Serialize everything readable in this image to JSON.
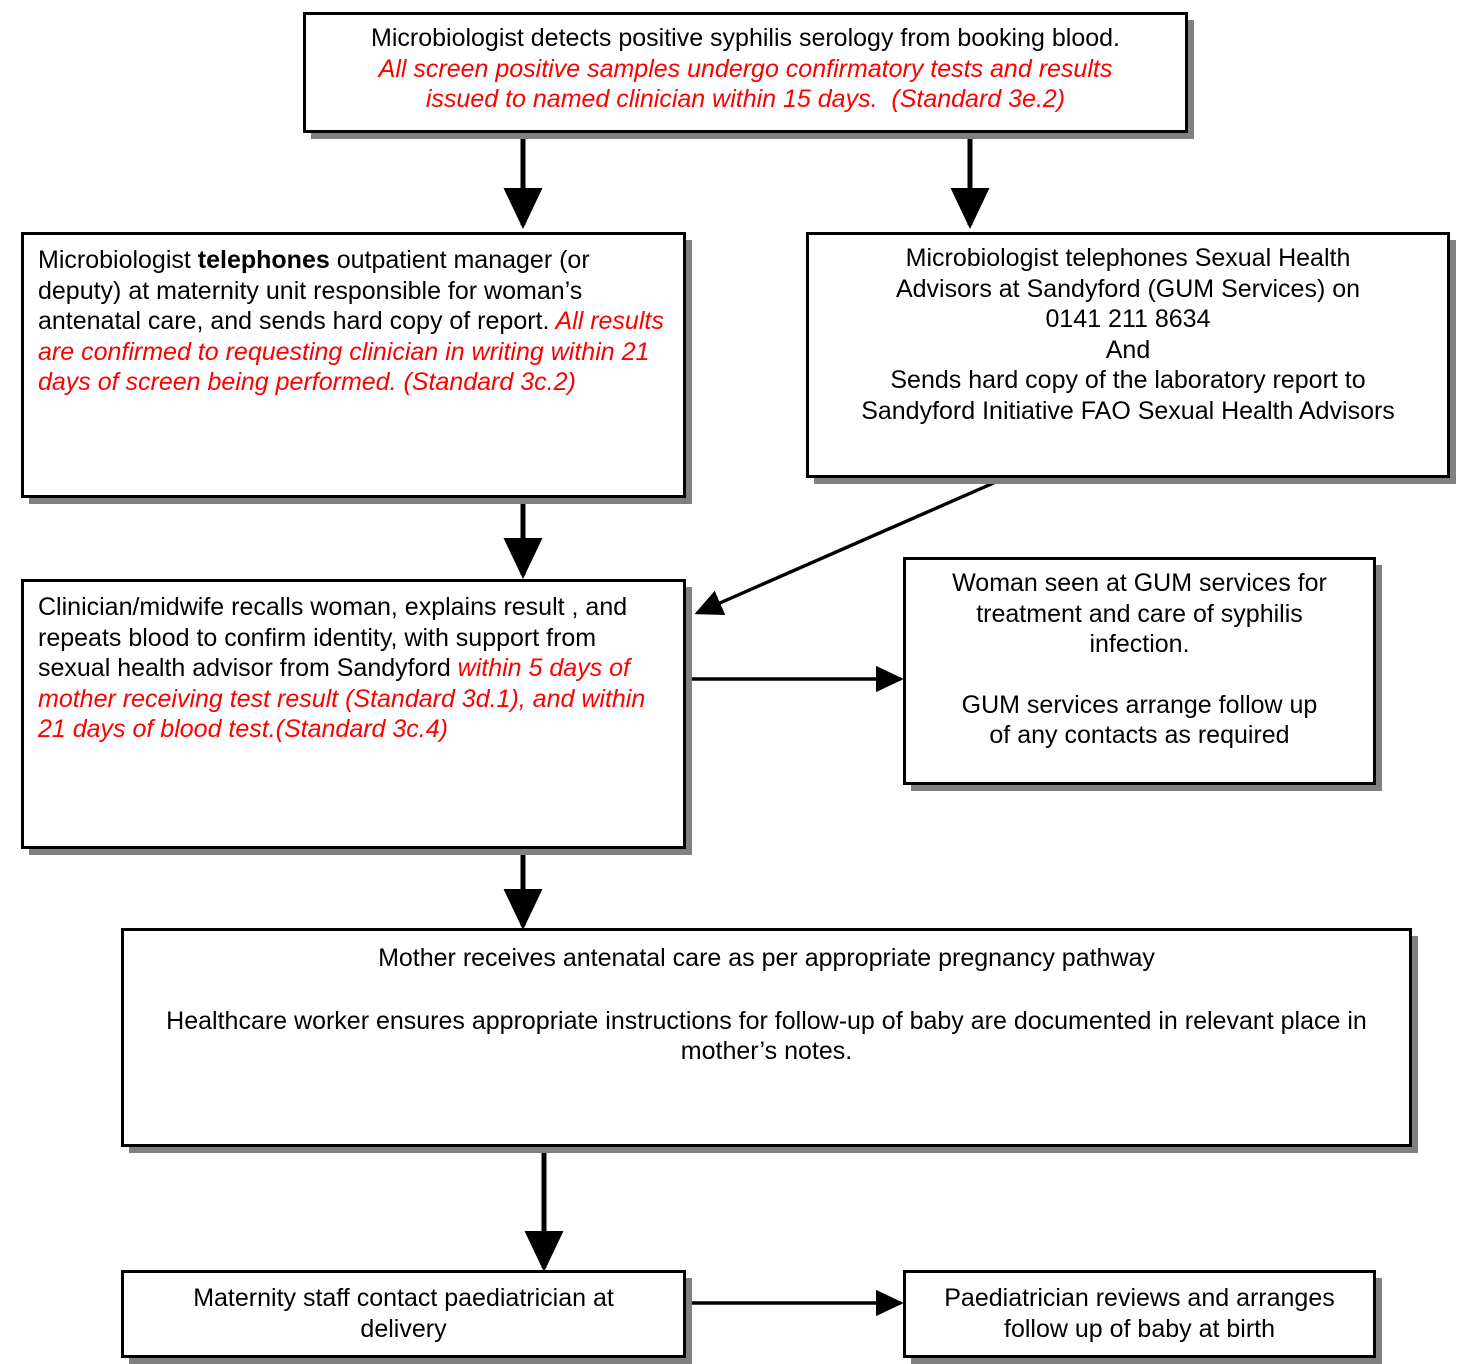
{
  "diagram": {
    "title": "Syphilis screening antenatal care pathway flowchart",
    "colors": {
      "box_border": "#000000",
      "box_fill": "#ffffff",
      "standard_text": "#ff0000",
      "body_text": "#000000",
      "shadow": "#808080"
    },
    "nodes": [
      {
        "id": "microbiologist-detects",
        "name": "microbiologist-detects-box",
        "lines": [
          {
            "text": "Microbiologist detects positive syphilis serology from booking blood.",
            "style": "black"
          },
          {
            "text": "All screen positive samples undergo confirmatory tests and results",
            "style": "red"
          },
          {
            "text": "issued to named clinician within 15 days.  (Standard 3e.2)",
            "style": "red"
          }
        ]
      },
      {
        "id": "telephones-outpatient-manager",
        "name": "telephones-outpatient-manager-box",
        "segments": [
          {
            "text": "Microbiologist ",
            "style": "black"
          },
          {
            "text": "telephones",
            "style": "bold"
          },
          {
            "text": " outpatient manager (or deputy) at maternity unit responsible for woman’s antenatal care, and sends hard copy of report.",
            "style": "black"
          },
          {
            "text": " All results are confirmed to requesting clinician in writing within 21 days of screen being performed. (Standard 3c.2)",
            "style": "red"
          }
        ]
      },
      {
        "id": "telephones-sexual-health-advisors",
        "name": "telephones-sexual-health-advisors-box",
        "lines": [
          {
            "text": "Microbiologist telephones Sexual Health",
            "style": "black"
          },
          {
            "text": "Advisors at Sandyford (GUM Services) on",
            "style": "black"
          },
          {
            "text": "0141 211 8634",
            "style": "black"
          },
          {
            "text": "And",
            "style": "black"
          },
          {
            "text": "Sends hard copy of the laboratory report to",
            "style": "black"
          },
          {
            "text": "Sandyford Initiative FAO Sexual Health Advisors",
            "style": "black"
          }
        ]
      },
      {
        "id": "clinician-recalls-woman",
        "name": "clinician-recalls-woman-box",
        "segments": [
          {
            "text": "Clinician/midwife recalls woman, explains result , and repeats blood to confirm identity, with support from sexual health advisor from Sandyford ",
            "style": "black"
          },
          {
            "text": "within 5 days of mother receiving test result (Standard 3d.1), and within 21 days of blood test.(Standard 3c.4)",
            "style": "red"
          }
        ]
      },
      {
        "id": "woman-seen-gum",
        "name": "woman-seen-at-gum-box",
        "lines": [
          {
            "text": "Woman seen at GUM services for",
            "style": "black"
          },
          {
            "text": "treatment and care of syphilis",
            "style": "black"
          },
          {
            "text": "infection.",
            "style": "black"
          },
          {
            "text": "",
            "style": "black"
          },
          {
            "text": "GUM services arrange follow up",
            "style": "black"
          },
          {
            "text": "of any contacts as required",
            "style": "black"
          }
        ]
      },
      {
        "id": "mother-receives-antenatal-care",
        "name": "mother-receives-antenatal-care-box",
        "lines": [
          {
            "text": "Mother receives antenatal care as per appropriate pregnancy pathway",
            "style": "black"
          },
          {
            "text": "",
            "style": "black"
          },
          {
            "text": "Healthcare worker ensures appropriate instructions for follow-up of baby are documented in relevant place in mother’s notes.",
            "style": "black"
          }
        ]
      },
      {
        "id": "maternity-staff-contact-paediatrician",
        "name": "maternity-staff-contact-paediatrician-box",
        "lines": [
          {
            "text": "Maternity staff contact paediatrician at",
            "style": "black"
          },
          {
            "text": "delivery",
            "style": "black"
          }
        ]
      },
      {
        "id": "paediatrician-reviews",
        "name": "paediatrician-reviews-box",
        "lines": [
          {
            "text": "Paediatrician reviews and arranges",
            "style": "black"
          },
          {
            "text": "follow up of baby at birth",
            "style": "black"
          }
        ]
      }
    ],
    "edges": [
      {
        "from": "microbiologist-detects",
        "to": "telephones-outpatient-manager",
        "kind": "vertical-arrow"
      },
      {
        "from": "microbiologist-detects",
        "to": "telephones-sexual-health-advisors",
        "kind": "vertical-arrow"
      },
      {
        "from": "telephones-outpatient-manager",
        "to": "clinician-recalls-woman",
        "kind": "vertical-arrow"
      },
      {
        "from": "telephones-sexual-health-advisors",
        "to": "clinician-recalls-woman",
        "kind": "diagonal-arrow"
      },
      {
        "from": "clinician-recalls-woman",
        "to": "woman-seen-gum",
        "kind": "horizontal-arrow"
      },
      {
        "from": "clinician-recalls-woman",
        "to": "mother-receives-antenatal-care",
        "kind": "vertical-arrow"
      },
      {
        "from": "mother-receives-antenatal-care",
        "to": "maternity-staff-contact-paediatrician",
        "kind": "vertical-arrow"
      },
      {
        "from": "maternity-staff-contact-paediatrician",
        "to": "paediatrician-reviews",
        "kind": "horizontal-arrow"
      }
    ]
  }
}
